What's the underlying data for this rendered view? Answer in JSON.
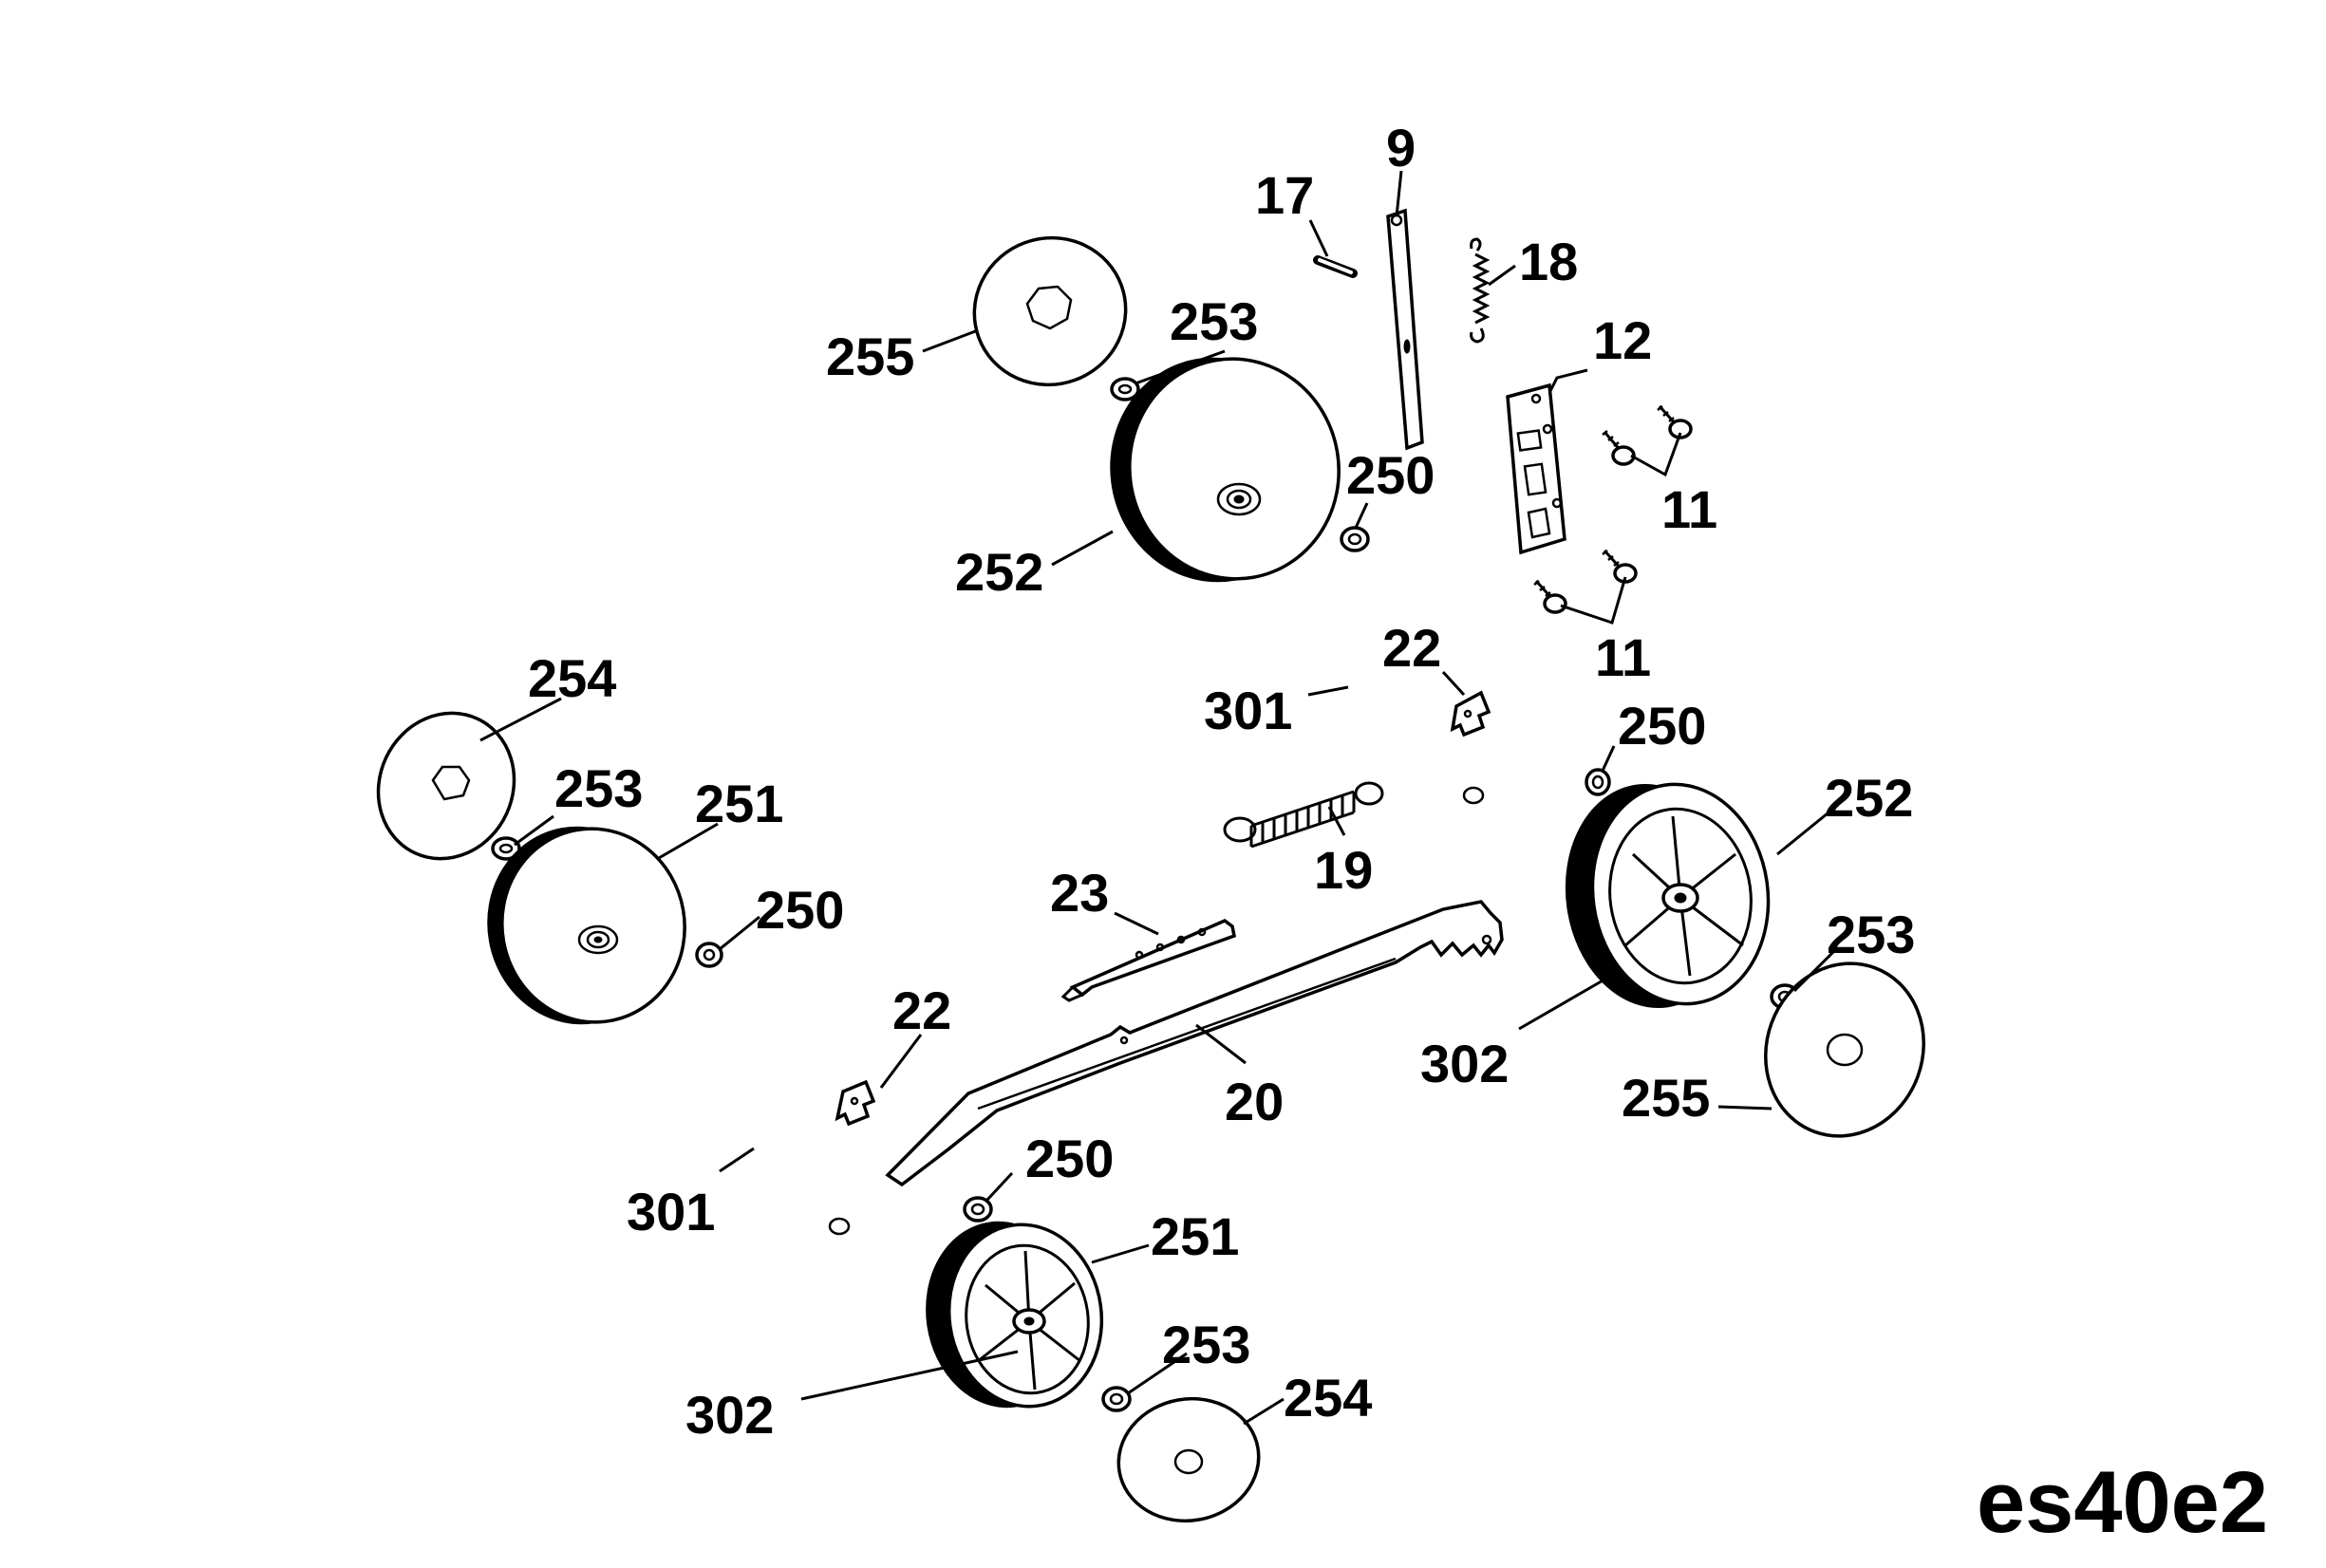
{
  "diagram": {
    "code": "es40e2",
    "colors": {
      "line": "#000000",
      "background": "#ffffff"
    },
    "labels": {
      "l9": "9",
      "l17": "17",
      "l18": "18",
      "l12": "12",
      "l11a": "11",
      "l11b": "11",
      "l255a": "255",
      "l253a": "253",
      "l250a": "250",
      "l252a": "252",
      "l22a": "22",
      "l301a": "301",
      "l250b": "250",
      "l252b": "252",
      "l254a": "254",
      "l253b": "253",
      "l251a": "251",
      "l250c": "250",
      "l19": "19",
      "l23": "23",
      "l253c": "253",
      "l302a": "302",
      "l255b": "255",
      "l22b": "22",
      "l20": "20",
      "l250d": "250",
      "l301b": "301",
      "l251b": "251",
      "l253d": "253",
      "l254b": "254",
      "l302b": "302"
    }
  }
}
